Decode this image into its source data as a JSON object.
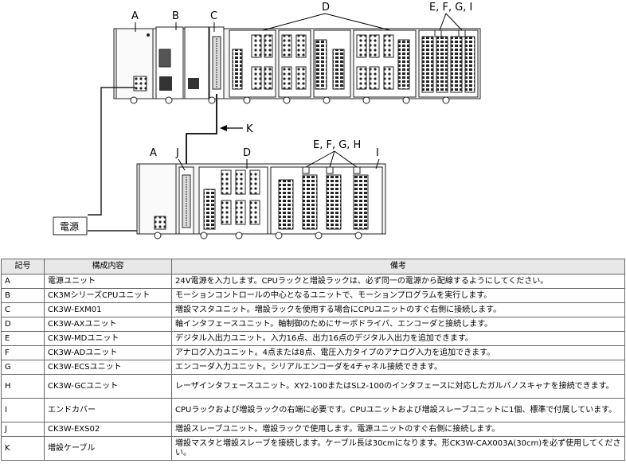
{
  "diagram": {
    "upper_labels": {
      "a": "A",
      "b": "B",
      "c": "C",
      "d": "D",
      "efgi": "E, F, G, I"
    },
    "lower_labels": {
      "a": "A",
      "j": "J",
      "d": "D",
      "efgh": "E, F, G, H",
      "i": "I"
    },
    "cable_label": "K",
    "power_label": "電源"
  },
  "table": {
    "headers": [
      "記号",
      "構成内容",
      "備考"
    ],
    "rows": [
      {
        "code": "A",
        "content": "電源ユニット",
        "note": "24V電源を入力します。CPUラックと増設ラックは、必ず同一の電源から配線するようにしてください。"
      },
      {
        "code": "B",
        "content": "CK3MシリーズCPUユニット",
        "note": "モーションコントロールの中心となるユニットで、モーションプログラムを実行します。"
      },
      {
        "code": "C",
        "content": "CK3W-EXM01",
        "note": "増設マスタユニット。増設ラックを使用する場合にCPUユニットのすぐ右側に接続します。"
      },
      {
        "code": "D",
        "content": "CK3W-AXユニット",
        "note": "軸インタフェースユニット。軸制御のためにサーボドライバ、エンコーダと接続します。"
      },
      {
        "code": "E",
        "content": "CK3W-MDユニット",
        "note": "デジタル入出力ユニット。入力16点、出力16点のデジタル入出力を追加できます。"
      },
      {
        "code": "F",
        "content": "CK3W-ADユニット",
        "note": "アナログ入力ユニット。4点または8点、電圧入力タイプのアナログ入力を追加できます。"
      },
      {
        "code": "G",
        "content": "CK3W-ECSユニット",
        "note": "エンコーダ入力ユニット。シリアルエンコーダを4チャネル接続できます。"
      },
      {
        "code": "H",
        "content": "CK3W-GCユニット",
        "note": "レーザインタフェースユニット。XY2-100またはSL2-100のインタフェースに対応したガルバノスキャナを接続できます。"
      },
      {
        "code": "I",
        "content": "エンドカバー",
        "note": "CPUラックおよび増設ラックの右端に必要です。CPUユニットおよび増設スレーブユニットに1個、標準で付属しています。"
      },
      {
        "code": "J",
        "content": "CK3W-EXS02",
        "note": "増設スレーブユニット。増設ラックで使用します。電源ユニットのすぐ右側に接続します。"
      },
      {
        "code": "K",
        "content": "増設ケーブル",
        "note": "増設マスタと増設スレーブを接続します。ケーブル長は30cmになります。形CK3W-CAX003A(30cm)を必ず使用してください。"
      }
    ]
  }
}
